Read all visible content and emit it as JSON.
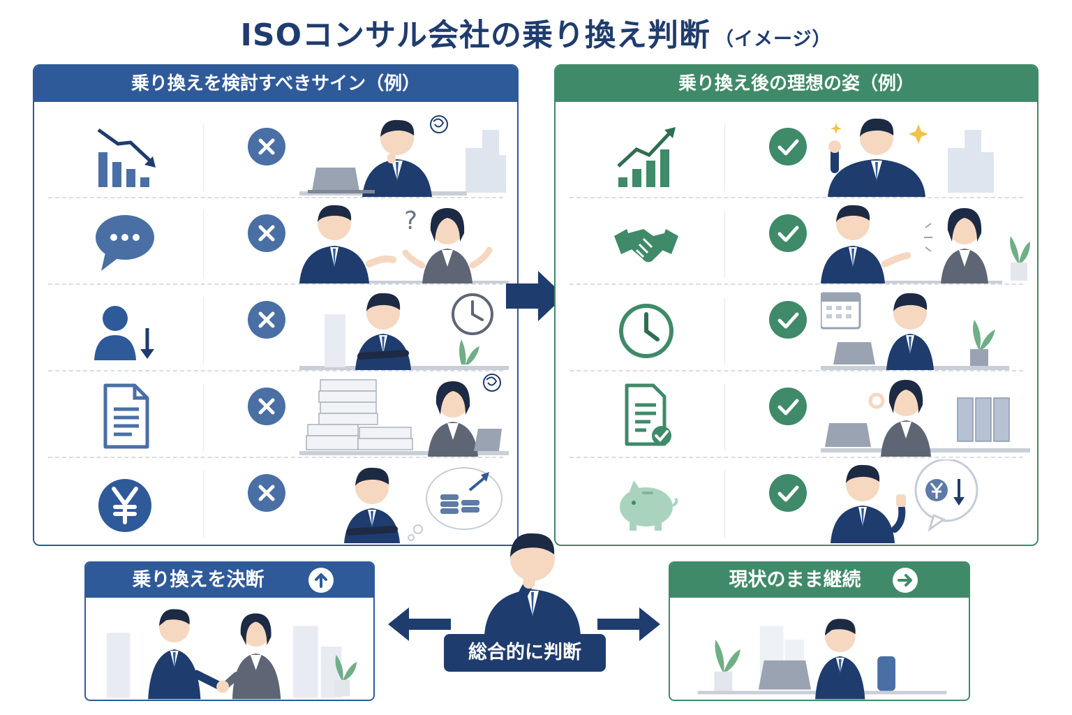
{
  "title": {
    "main": "ISOコンサル会社の乗り換え判断",
    "sub": "（イメージ）"
  },
  "left_panel": {
    "header": "乗り換えを検討すべきサイン（例）",
    "rows": [
      {
        "icon": "declining-bar-chart-icon",
        "mark": "x-mark-icon",
        "scene": "worried-consultant-at-laptop"
      },
      {
        "icon": "speech-bubble-icon",
        "mark": "x-mark-icon",
        "scene": "confused-conversation"
      },
      {
        "icon": "person-down-icon",
        "mark": "x-mark-icon",
        "scene": "waiting-with-clock"
      },
      {
        "icon": "document-icon",
        "mark": "x-mark-icon",
        "scene": "overwhelmed-by-paperwork"
      },
      {
        "icon": "yen-coin-icon",
        "mark": "x-mark-icon",
        "scene": "cost-rising-thought"
      }
    ]
  },
  "right_panel": {
    "header": "乗り換え後の理想の姿（例）",
    "rows": [
      {
        "icon": "rising-bar-chart-icon",
        "mark": "check-mark-icon",
        "scene": "cheerful-consultant"
      },
      {
        "icon": "handshake-icon",
        "mark": "check-mark-icon",
        "scene": "smooth-conversation"
      },
      {
        "icon": "clock-icon",
        "mark": "check-mark-icon",
        "scene": "on-schedule-work"
      },
      {
        "icon": "document-check-icon",
        "mark": "check-mark-icon",
        "scene": "organized-files"
      },
      {
        "icon": "piggy-bank-icon",
        "mark": "check-mark-icon",
        "scene": "cost-down-thumbs-up"
      }
    ]
  },
  "bottom": {
    "left_box": {
      "label": "乗り換えを決断",
      "icon": "arrow-up-circle-icon"
    },
    "center_label": "総合的に判断",
    "right_box": {
      "label": "現状のまま継続",
      "icon": "arrow-right-circle-icon"
    }
  },
  "colors": {
    "navy": "#1f3c6e",
    "blue": "#2f5a99",
    "icon_blue": "#4a6fa5",
    "green": "#3f8a69",
    "light_green": "#a9d3bd"
  }
}
